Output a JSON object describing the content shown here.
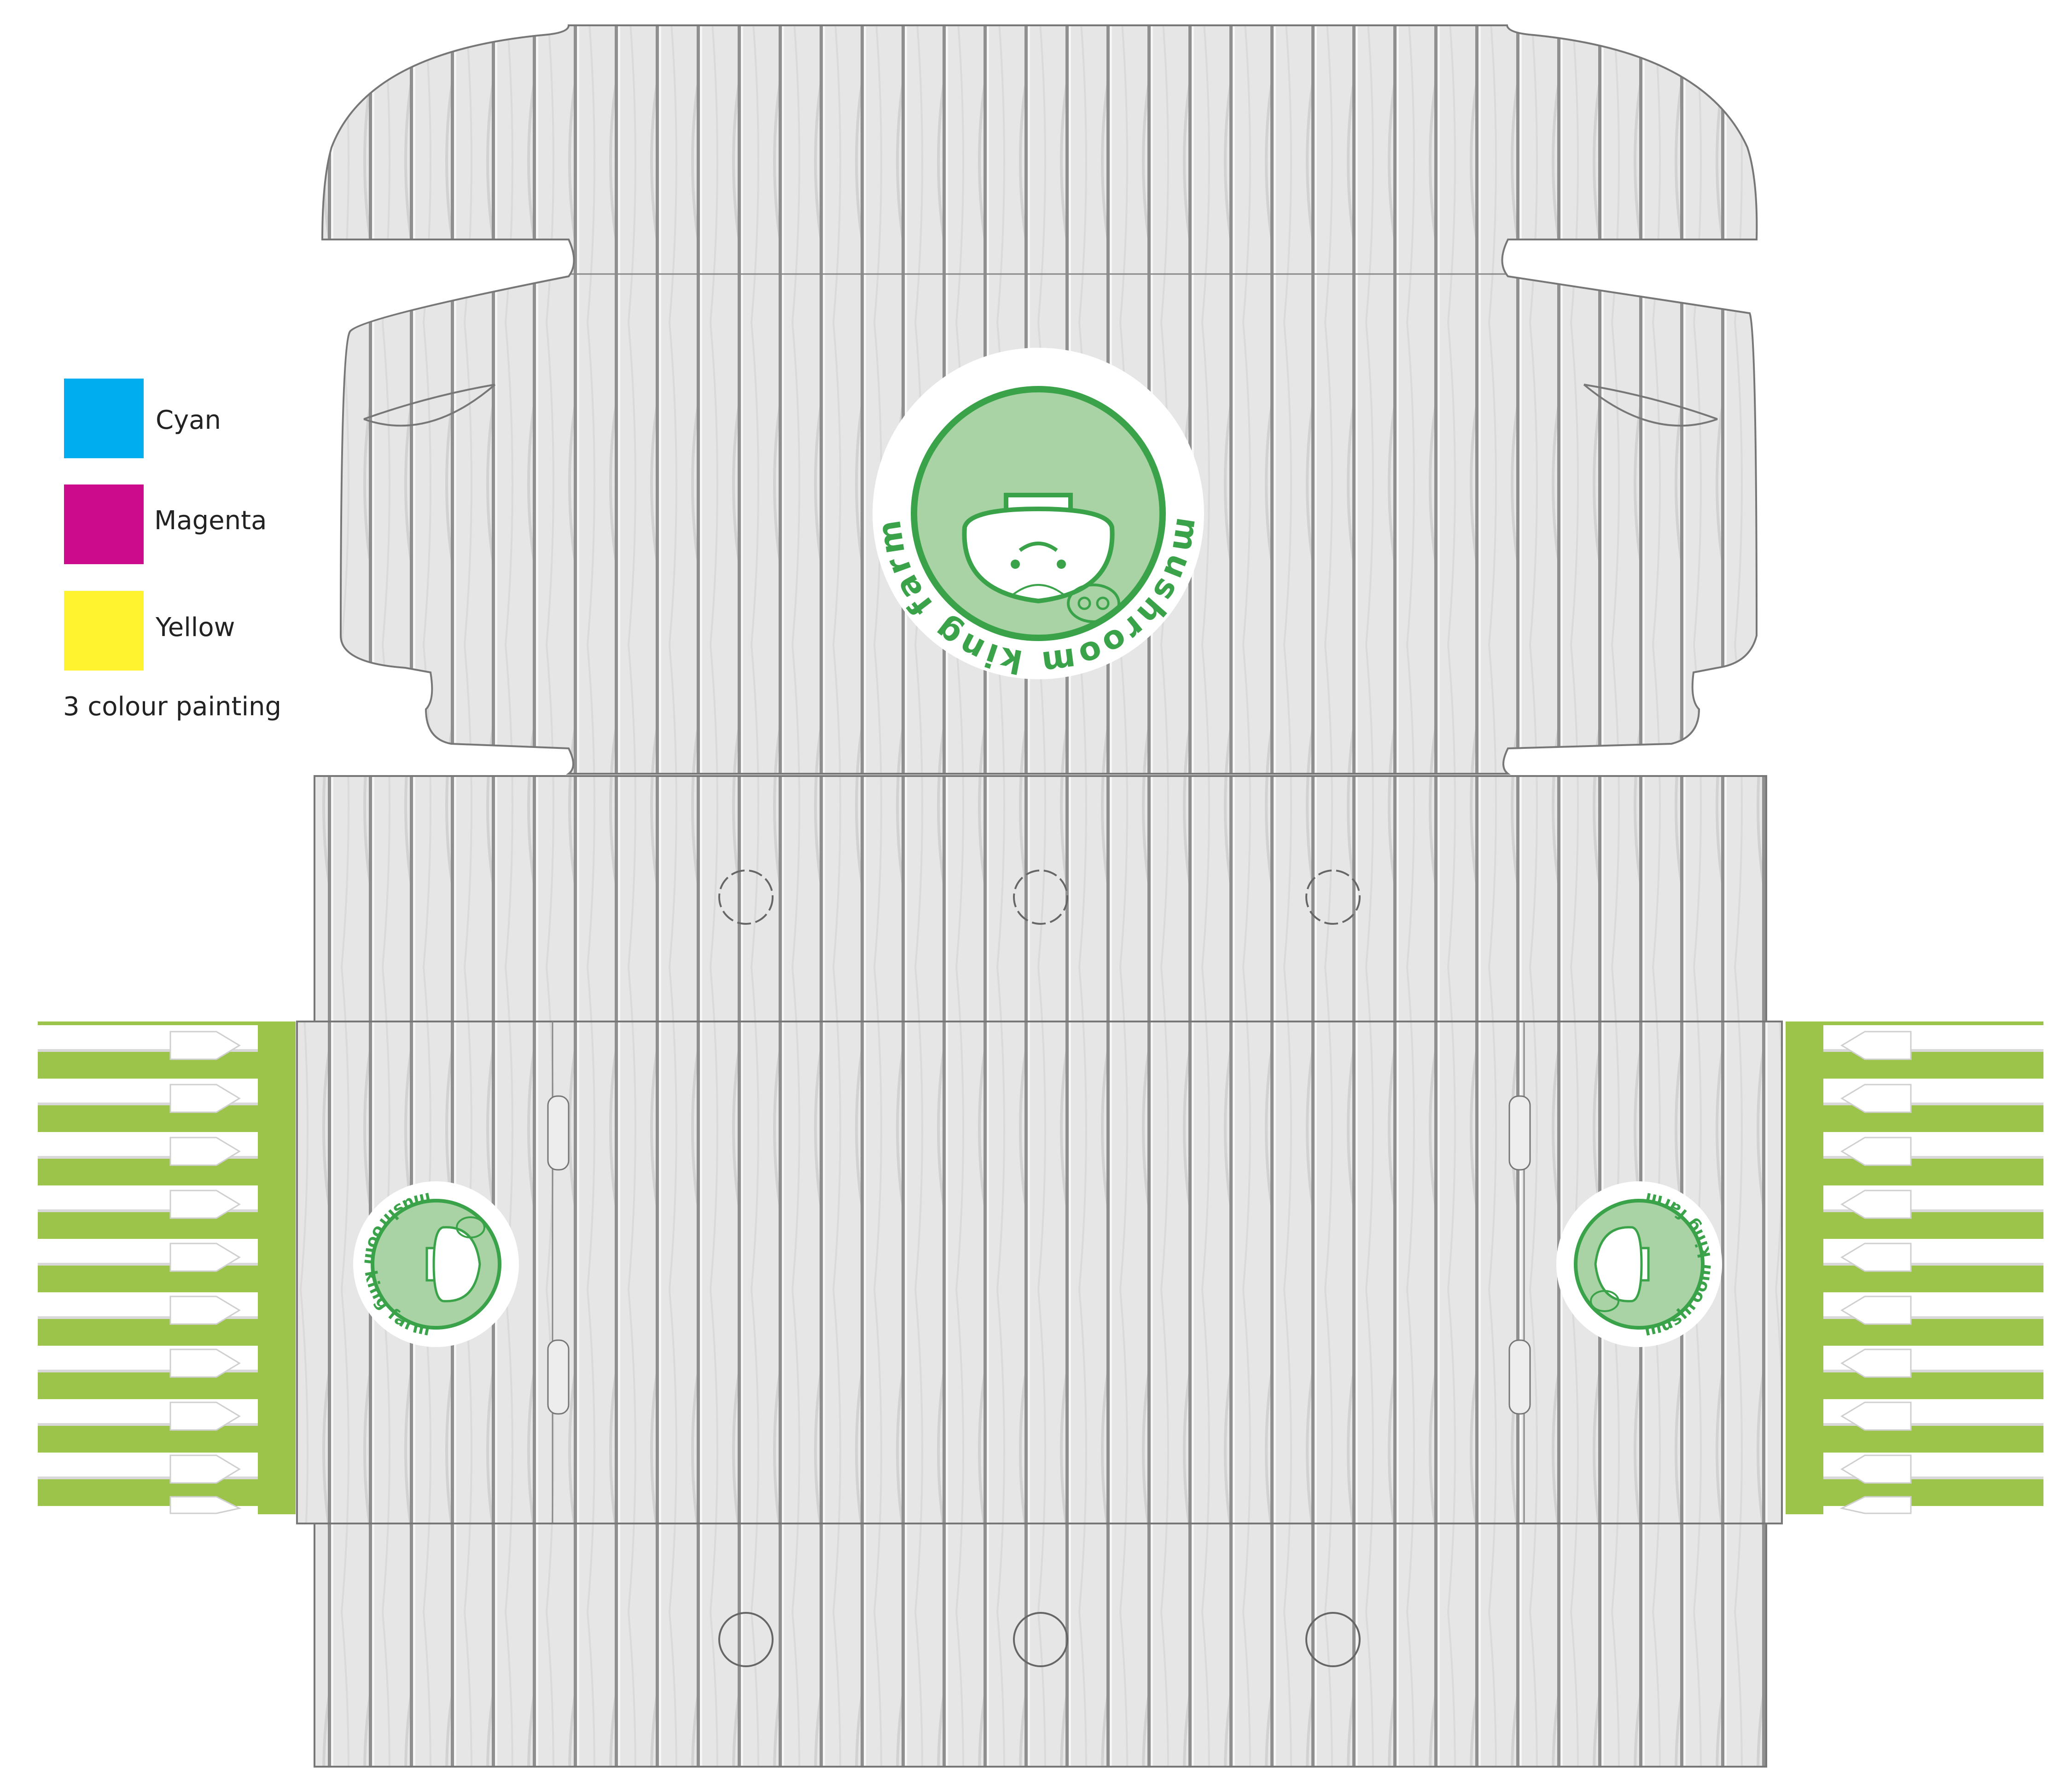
{
  "legend": {
    "items": [
      {
        "label": "Cyan",
        "color": "#00adee"
      },
      {
        "label": "Magenta",
        "color": "#cc0a8c"
      },
      {
        "label": "Yellow",
        "color": "#fff22e"
      }
    ],
    "note": "3 colour painting"
  },
  "brand": {
    "name": "mushroom king farm",
    "green": "#3aa34a",
    "light_green": "#a9d3a4",
    "side_green": "#9dc44a"
  },
  "board": {
    "wood_color": "#e3e3e3",
    "plank_line": "#8a8a8a",
    "die_line": "#777777"
  },
  "icons": [
    "mushroom-icon",
    "crown-icon"
  ]
}
